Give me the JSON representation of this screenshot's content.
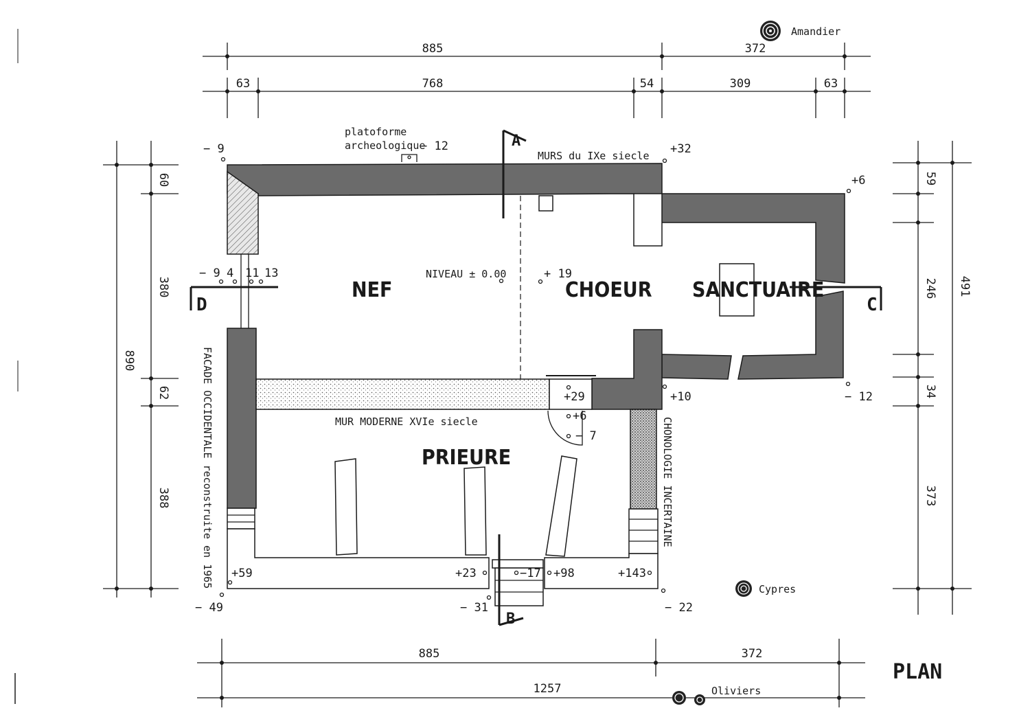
{
  "title": "PLAN",
  "dimensions": {
    "top_overall": [
      "885",
      "372"
    ],
    "top_detail": [
      "63",
      "768",
      "54",
      "309",
      "63"
    ],
    "bottom_overall": [
      "885",
      "372"
    ],
    "bottom_total": "1257",
    "left_overall": "890",
    "left_detail": [
      "60",
      "380",
      "62",
      "388"
    ],
    "right_overall": "491",
    "right_detail": [
      "59",
      "246",
      "34",
      "373"
    ]
  },
  "rooms": {
    "nef": "NEF",
    "choeur": "CHOEUR",
    "sanctuaire": "SANCTUAIRE",
    "prieure": "PRIEURE"
  },
  "labels": {
    "plateforme": "platoforme",
    "archeologique": "archeologique",
    "murs": "MURS du IXe siecle",
    "niveau": "NIVEAU ± 0.00",
    "mur_moderne": "MUR MODERNE XVIe siecle",
    "facade": "FACADE OCCIDENTALE reconstruite en 1965",
    "chronologie": "CHONOLOGIE INCERTAINE"
  },
  "trees": {
    "amandier": "Amandier",
    "cypres": "Cypres",
    "oliviers": "Oliviers"
  },
  "sections": {
    "a": "A",
    "b": "B",
    "c": "C",
    "d": "D"
  },
  "levels": {
    "l1": "− 9",
    "l2": "− 12",
    "l3": "+32",
    "l4": "+6",
    "l5": "− 9",
    "l6": "4",
    "l7": "11",
    "l8": "13",
    "l9": "+ 19",
    "l10": "+29",
    "l11": "+6",
    "l12": "− 7",
    "l13": "+10",
    "l14": "− 12",
    "l15": "+59",
    "l16": "− 49",
    "l17": "+23",
    "l18": "−17",
    "l19": "+98",
    "l20": "+143",
    "l21": "− 31",
    "l22": "− 22"
  }
}
